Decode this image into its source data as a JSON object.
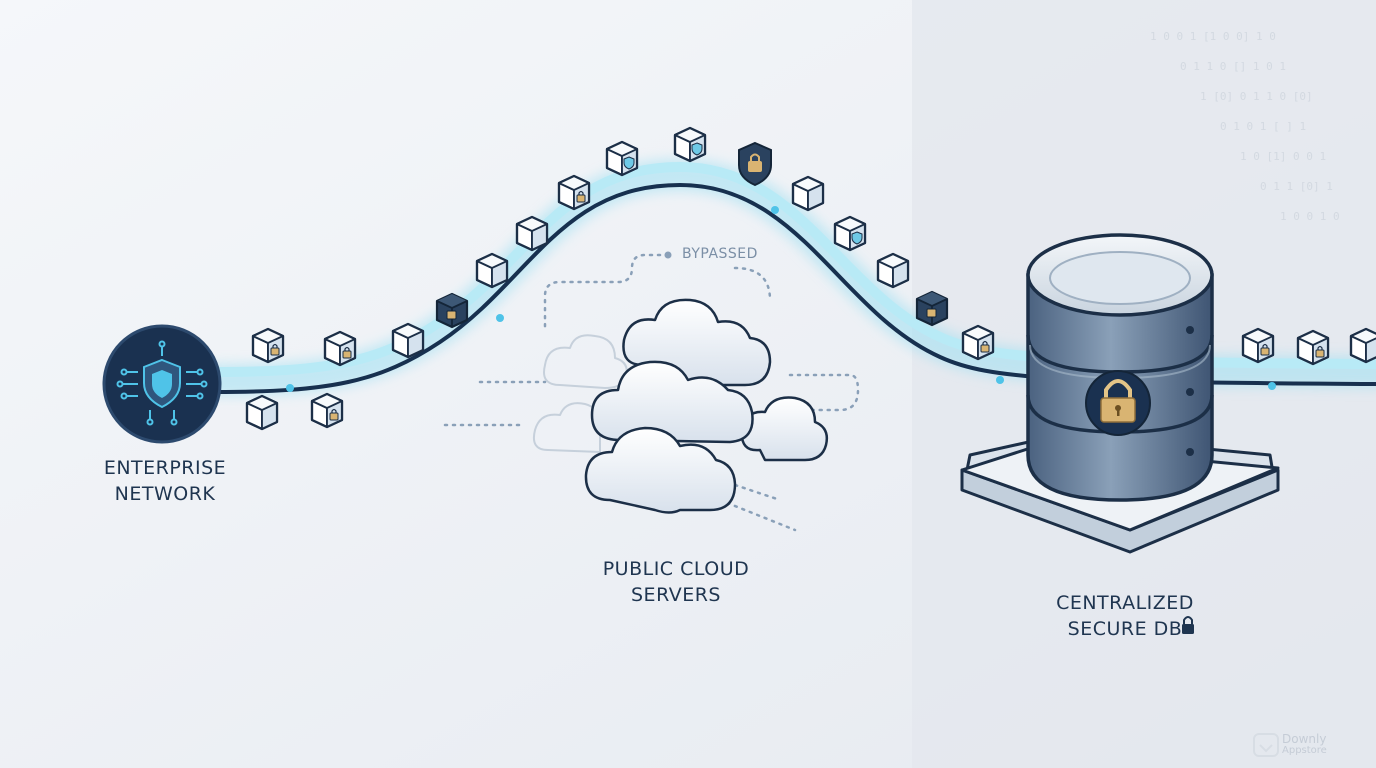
{
  "labels": {
    "enterprise_line1": "ENTERPRISE",
    "enterprise_line2": "NETWORK",
    "cloud_line1": "PUBLIC CLOUD",
    "cloud_line2": "SERVERS",
    "db_line1": "CENTRALIZED",
    "db_line2": "SECURE DB",
    "bypassed": "BYPASSED"
  },
  "watermark": {
    "line1": "Downly",
    "line2": "Appstore"
  },
  "colors": {
    "path_dark": "#17304f",
    "path_glow": "#8fd6ec",
    "accent_cyan": "#4fc3e8",
    "lock_gold": "#d9b472",
    "db_body": "#5d7490",
    "node_navy": "#1a3150"
  },
  "icons": [
    "shield-circuit-icon",
    "cube-icon",
    "lock-icon",
    "cloud-icon",
    "database-icon"
  ]
}
